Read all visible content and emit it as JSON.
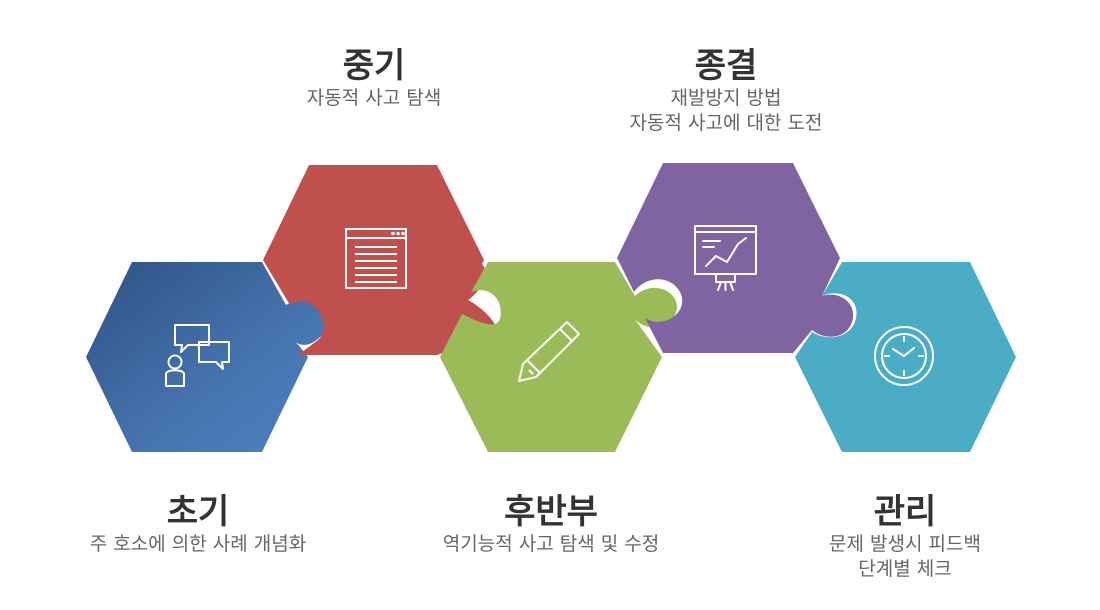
{
  "stages": [
    {
      "id": "chogi",
      "title": "초기",
      "desc": [
        "주 호소에 의한 사례 개념화"
      ],
      "color": "#4a76b2",
      "icon": "chat-people-icon"
    },
    {
      "id": "junggi",
      "title": "중기",
      "desc": [
        "자동적 사고 탐색"
      ],
      "color": "#c0504d",
      "icon": "document-icon"
    },
    {
      "id": "hubanbu",
      "title": "후반부",
      "desc": [
        "역기능적 사고 탐색 및 수정"
      ],
      "color": "#9bbb59",
      "icon": "pencil-icon"
    },
    {
      "id": "jonggyeol",
      "title": "종결",
      "desc": [
        "재발방지 방법",
        "자동적 사고에 대한 도전"
      ],
      "color": "#8064a2",
      "icon": "presentation-chart-icon"
    },
    {
      "id": "gwalli",
      "title": "관리",
      "desc": [
        "문제 발생시 피드백",
        "단계별 체크"
      ],
      "color": "#4bacc6",
      "icon": "clock-icon"
    }
  ]
}
